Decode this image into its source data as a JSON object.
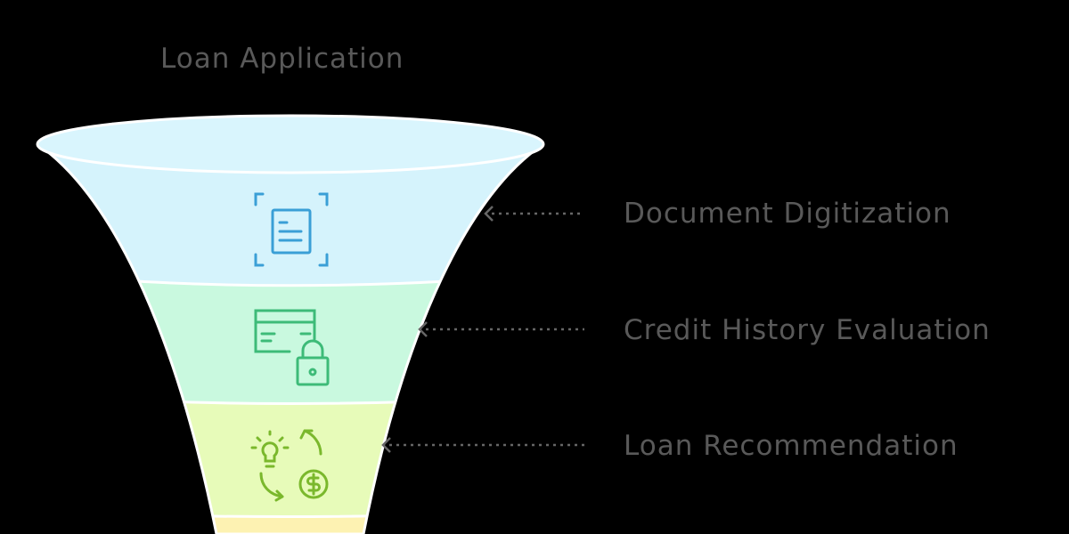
{
  "title": "Loan Application",
  "stages": [
    {
      "label": "Document Digitization",
      "icon": "document-scan-icon",
      "color": "#d5f3fc",
      "icon_color": "#3a9fd6"
    },
    {
      "label": "Credit History Evaluation",
      "icon": "credit-card-lock-icon",
      "color": "#c9f9df",
      "icon_color": "#3dbb78"
    },
    {
      "label": "Loan Recommendation",
      "icon": "idea-money-cycle-icon",
      "color": "#e7fbb9",
      "icon_color": "#7ab82c"
    },
    {
      "label": "",
      "icon": "",
      "color": "#fdf2b2",
      "icon_color": ""
    }
  ]
}
